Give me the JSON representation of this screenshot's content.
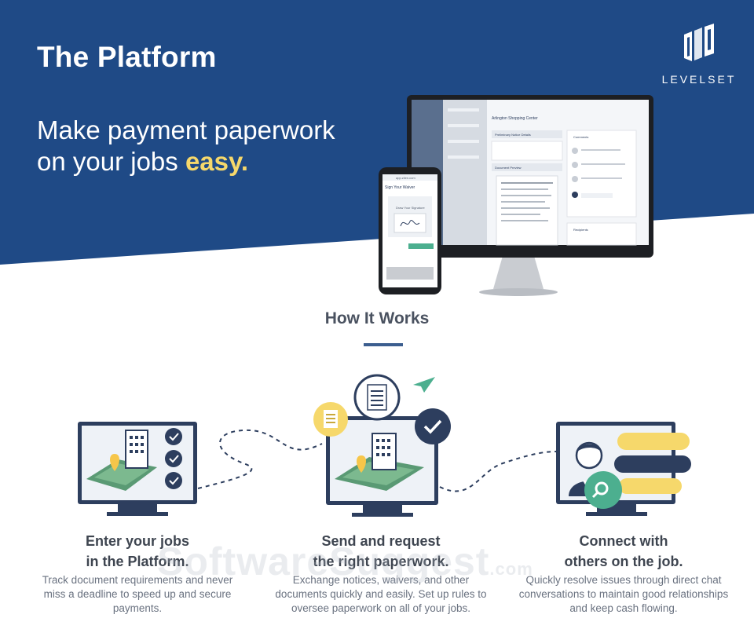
{
  "header": {
    "title": "The Platform",
    "tagline_line1": "Make payment paperwork",
    "tagline_line2_prefix": "on your jobs ",
    "tagline_highlight": "easy."
  },
  "logo": {
    "text": "LEVELSET"
  },
  "colors": {
    "brand_blue": "#1f4a86",
    "accent_yellow": "#f6d86b",
    "navy": "#2d3e5e",
    "teal": "#4caf8f"
  },
  "screenshot_mock": {
    "phone_url": "app.zlien.com",
    "phone_heading": "Sign Your Waiver",
    "phone_sign_label": "Draw Your Signature",
    "monitor_project": "Arlington Shopping Center",
    "monitor_section_1": "Preliminary Notice Details",
    "monitor_section_2": "Document Preview",
    "monitor_comments": "Comments",
    "monitor_recipients": "Recipients"
  },
  "how_it_works": {
    "heading": "How It Works",
    "steps": [
      {
        "title_line1": "Enter your jobs",
        "title_line2": "in the Platform.",
        "desc": "Track document requirements and never miss a deadline to speed up and secure payments.",
        "icon": "building-map-checklist-icon"
      },
      {
        "title_line1": "Send and request",
        "title_line2": "the right paperwork.",
        "desc": "Exchange notices, waivers, and other documents quickly and easily. Set up rules to oversee paperwork on all of your jobs.",
        "icon": "building-map-documents-icon"
      },
      {
        "title_line1": "Connect with",
        "title_line2": "others on the job.",
        "desc": "Quickly resolve issues through direct chat conversations to maintain good relationships and keep cash flowing.",
        "icon": "person-chat-icon"
      }
    ]
  },
  "watermark": {
    "text": "SoftwareSuggest",
    "suffix": ".com"
  }
}
